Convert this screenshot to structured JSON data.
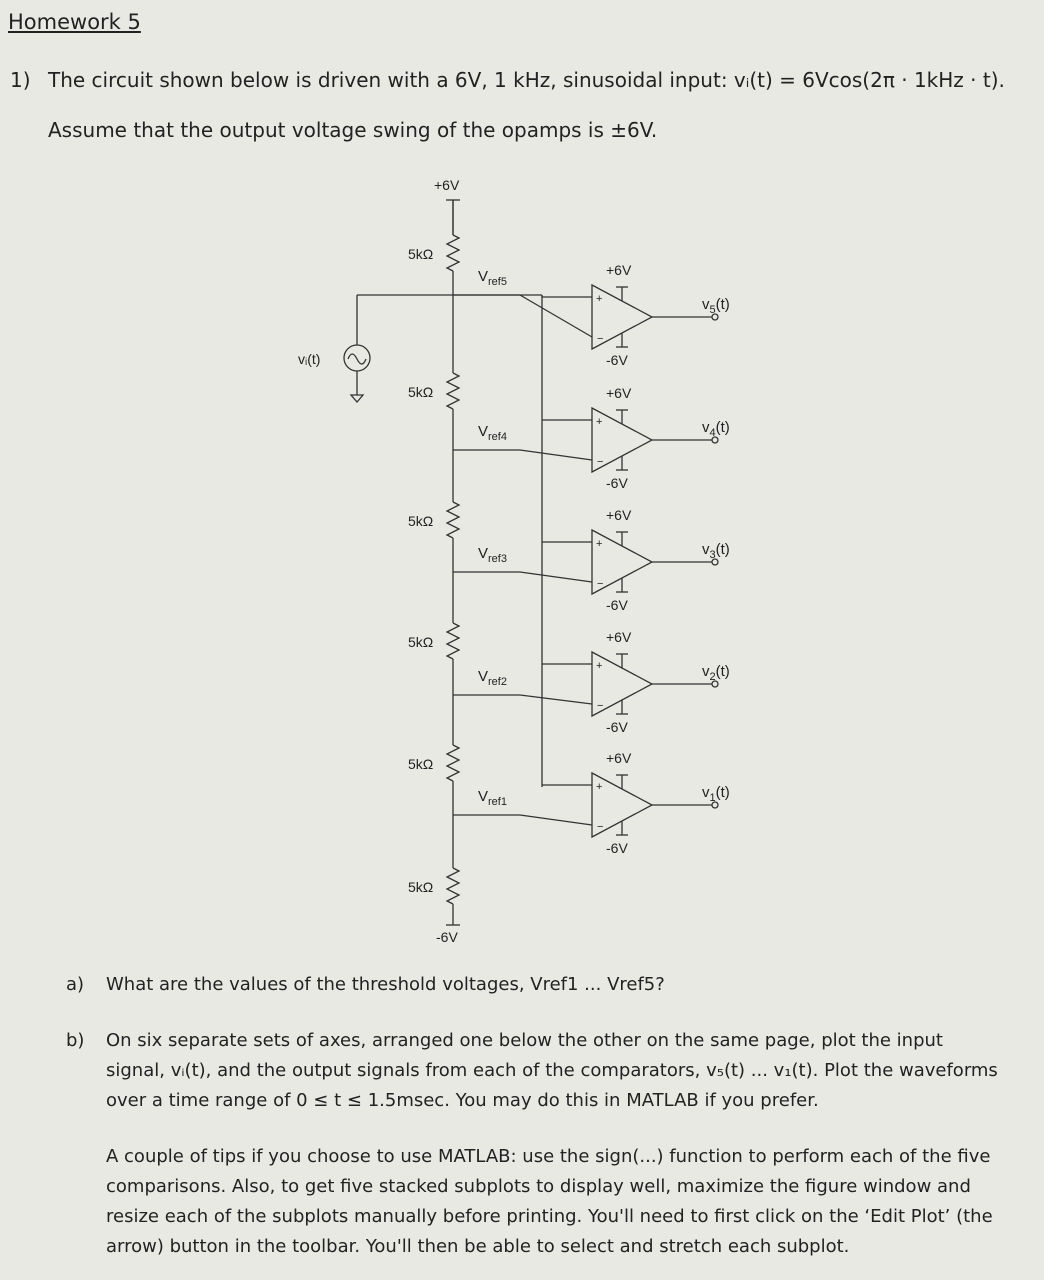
{
  "header": {
    "title": "Homework 5"
  },
  "problem1": {
    "number": "1)",
    "intro": "The circuit shown below is driven with a 6V, 1 kHz, sinusoidal input: vᵢ(t) = 6Vcos(2π · 1kHz · t).",
    "assumption": "Assume that the output voltage swing of the opamps is ±6V."
  },
  "circuit": {
    "top_supply": "+6V",
    "bottom_supply": "-6V",
    "source_label": "vᵢ(t)",
    "resistor_label": "5kΩ",
    "stages": [
      {
        "pos_supply": "+6V",
        "neg_supply": "-6V",
        "ref": "V",
        "ref_sub": "ref5",
        "out": "v",
        "out_sub": "5",
        "out_tail": "(t)"
      },
      {
        "pos_supply": "+6V",
        "neg_supply": "-6V",
        "ref": "V",
        "ref_sub": "ref4",
        "out": "v",
        "out_sub": "4",
        "out_tail": "(t)"
      },
      {
        "pos_supply": "+6V",
        "neg_supply": "-6V",
        "ref": "V",
        "ref_sub": "ref3",
        "out": "v",
        "out_sub": "3",
        "out_tail": "(t)"
      },
      {
        "pos_supply": "+6V",
        "neg_supply": "-6V",
        "ref": "V",
        "ref_sub": "ref2",
        "out": "v",
        "out_sub": "2",
        "out_tail": "(t)"
      },
      {
        "pos_supply": "+6V",
        "neg_supply": "-6V",
        "ref": "V",
        "ref_sub": "ref1",
        "out": "v",
        "out_sub": "1",
        "out_tail": "(t)"
      }
    ]
  },
  "questions": {
    "a_label": "a)",
    "a_text": "What are the values of the threshold voltages, Vref1 ... Vref5?",
    "b_label": "b)",
    "b_text": "On six separate sets of axes, arranged one below the other on the same page, plot the input signal, vᵢ(t), and the output signals from each of the comparators, v₅(t) ... v₁(t). Plot the waveforms over a time range of 0 ≤ t ≤ 1.5msec. You may do this in MATLAB if you prefer.",
    "tip_text": "A couple of tips if you choose to use MATLAB: use the sign(...) function to perform each of the five comparisons. Also, to get five stacked subplots to display well, maximize the figure window and resize each of the subplots manually before printing. You'll need to first click on the ‘Edit Plot’ (the arrow) button in the toolbar. You'll then be able to select and stretch each subplot."
  }
}
